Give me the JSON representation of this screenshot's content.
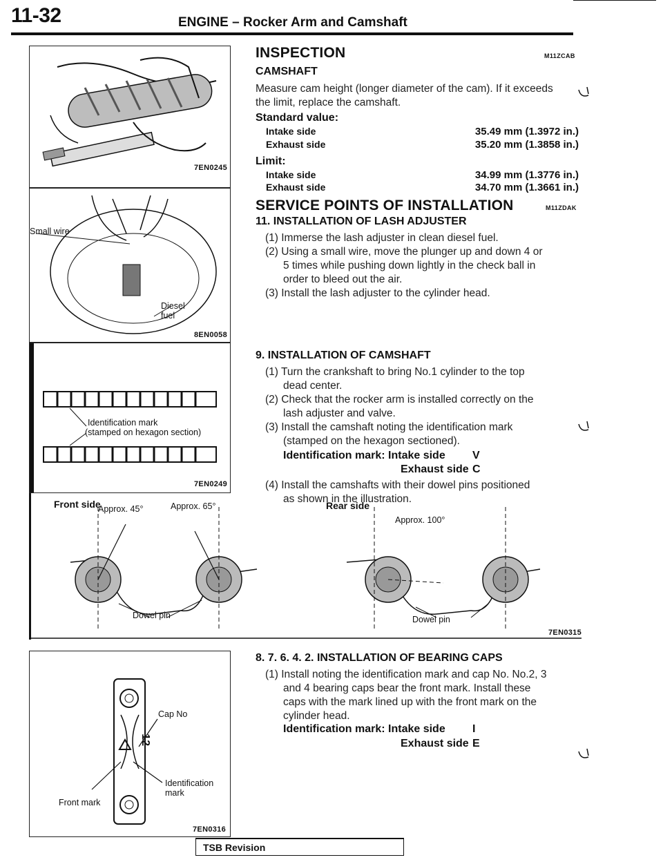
{
  "header": {
    "page_number": "11-32",
    "title": "ENGINE – Rocker Arm and Camshaft"
  },
  "figures": {
    "fig1": {
      "code": "7EN0245"
    },
    "fig2": {
      "code": "8EN0058",
      "label_wire": "Small wire",
      "label_fuel": "Diesel fuel"
    },
    "fig3": {
      "code": "7EN0249",
      "label_mark": "Identification mark",
      "label_stamp": "(stamped on hexagon section)"
    },
    "fig4": {
      "code": "7EN0315",
      "front_side": "Front side",
      "rear_side": "Rear side",
      "approx_45": "Approx. 45°",
      "approx_65": "Approx. 65°",
      "approx_100": "Approx. 100°",
      "dowel_pin": "Dowel pin"
    },
    "fig5": {
      "code": "7EN0316",
      "cap_no": "Cap No",
      "front_mark": "Front mark",
      "ident_mark": "Identification mark",
      "cap_number": "12"
    }
  },
  "inspection": {
    "title": "INSPECTION",
    "code": "M11ZCAB",
    "subtitle": "CAMSHAFT",
    "line1": "Measure cam height (longer diameter of the cam). If it exceeds",
    "line2": "the limit, replace the camshaft.",
    "standard_label": "Standard value:",
    "limit_label": "Limit:",
    "standard": [
      {
        "side": "Intake side",
        "value": "35.49 mm (1.3972 in.)"
      },
      {
        "side": "Exhaust side",
        "value": "35.20 mm (1.3858 in.)"
      }
    ],
    "limit": [
      {
        "side": "Intake side",
        "value": "34.99 mm (1.3776 in.)"
      },
      {
        "side": "Exhaust side",
        "value": "34.70 mm (1.3661 in.)"
      }
    ]
  },
  "installation": {
    "title": "SERVICE POINTS OF INSTALLATION",
    "code": "M11ZDAK",
    "lash": {
      "title": "11. INSTALLATION OF LASH ADJUSTER",
      "s1": "(1) Immerse the lash adjuster in clean diesel fuel.",
      "s2a": "(2) Using a small wire, move the plunger up and down 4 or",
      "s2b": "5 times while pushing down lightly in the check ball in",
      "s2c": "order to bleed out the air.",
      "s3": "(3) Install the lash adjuster to the cylinder head."
    },
    "camshaft": {
      "title": "9. INSTALLATION OF CAMSHAFT",
      "s1a": "(1) Turn the crankshaft to bring No.1 cylinder to the top",
      "s1b": "dead center.",
      "s2a": "(2) Check that the rocker arm is installed correctly on the",
      "s2b": "lash adjuster and valve.",
      "s3a": "(3) Install the camshaft noting the identification mark",
      "s3b": "(stamped on the hexagon sectioned).",
      "ident_label": "Identification mark: Intake side",
      "ident_intake": "V",
      "ident_exhaust_label": "Exhaust side",
      "ident_exhaust": "C",
      "s4a": "(4) Install the camshafts with their dowel pins positioned",
      "s4b": "as shown in the illustration."
    },
    "bearing": {
      "title": "8. 7. 6. 4. 2. INSTALLATION OF BEARING CAPS",
      "s1a": "(1) Install noting the identification mark and cap No. No.2, 3",
      "s1b": "and 4 bearing caps bear the front mark. Install these",
      "s1c": "caps with the mark lined up with the front mark on the",
      "s1d": "cylinder head.",
      "ident_label": "Identification mark: Intake side",
      "ident_intake": "I",
      "ident_exhaust_label": "Exhaust side",
      "ident_exhaust": "E"
    }
  },
  "footer": {
    "tsb": "TSB Revision"
  }
}
